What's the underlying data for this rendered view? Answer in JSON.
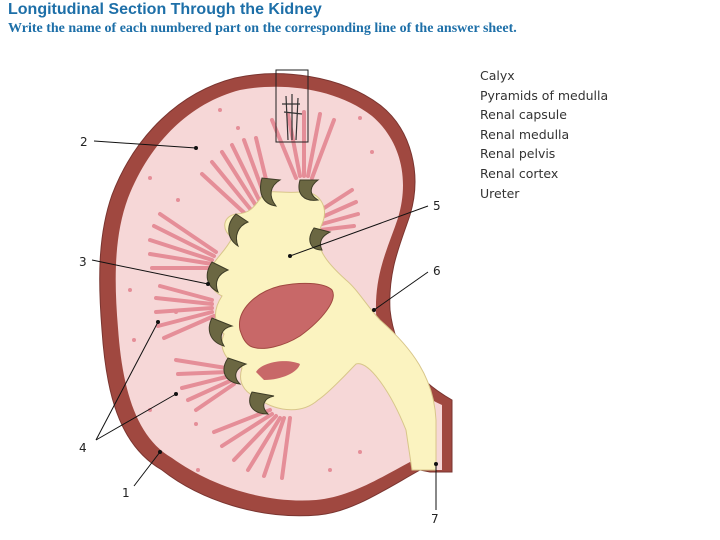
{
  "title": "Longitudinal Section Through the Kidney",
  "subtitle": "Write the name of each numbered part on the corresponding line of the answer sheet.",
  "word_bank": [
    "Calyx",
    "Pyramids of medulla",
    "Renal capsule",
    "Renal medulla",
    "Renal pelvis",
    "Renal cortex",
    "Ureter"
  ],
  "labels": [
    "1",
    "2",
    "3",
    "4",
    "5",
    "6",
    "7"
  ],
  "colors": {
    "title": "#1d6fa8",
    "capsule": "#a04840",
    "cortex": "#f6d7d7",
    "pyramid": "#e58e98",
    "pelvis": "#fbf3c0",
    "calyx": "#6b6742",
    "sinus": "#c86868"
  }
}
